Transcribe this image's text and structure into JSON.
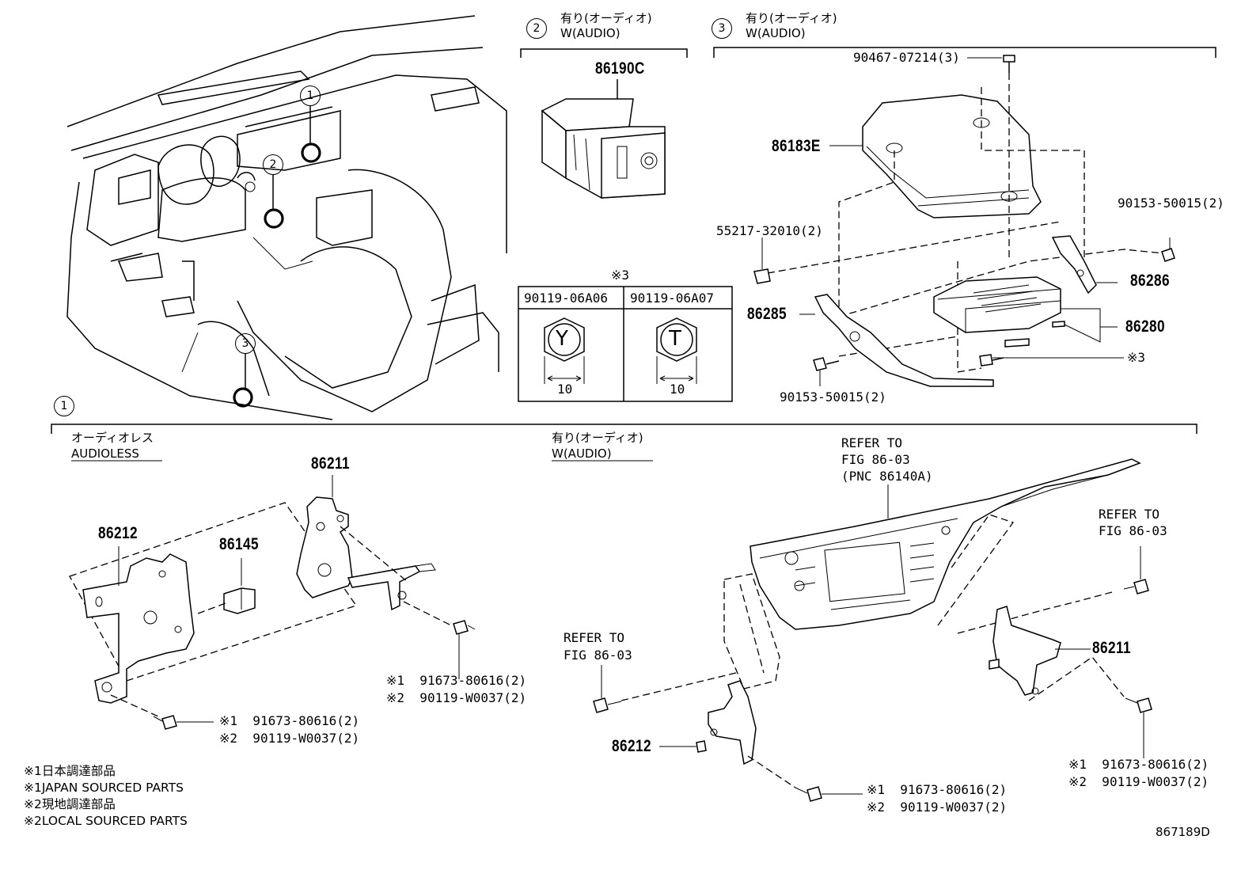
{
  "callouts": {
    "c1": "1",
    "c2": "2",
    "c3": "3"
  },
  "section2": {
    "num": "2",
    "title_jp": "有り(オーディオ)",
    "title_en": "W(AUDIO)",
    "part": "86190C"
  },
  "section3": {
    "num": "3",
    "title_jp": "有り(オーディオ)",
    "title_en": "W(AUDIO)",
    "bolt_top": "90467-07214(3)",
    "cover": "86183E",
    "clip": "55217-32010(2)",
    "screw_right": "90153-50015(2)",
    "bracket_right": "86286",
    "bracket_left": "86285",
    "amp": "86280",
    "screw_note": "※3",
    "screw_left": "90153-50015(2)"
  },
  "fastener_table": {
    "note": "※3",
    "col1_code": "90119-06A06",
    "col2_code": "90119-06A07",
    "col1_mark": "Y",
    "col2_mark": "T",
    "col1_size": "10",
    "col2_size": "10"
  },
  "section1": {
    "num": "1",
    "audioless_jp": "オーディオレス",
    "audioless_en": "AUDIOLESS",
    "audio_jp": "有り(オーディオ)",
    "audio_en": "W(AUDIO)",
    "p86211_a": "86211",
    "p86212_a": "86212",
    "p86145": "86145",
    "note_a1": "※1  91673-80616(2)",
    "note_a2": "※2  90119-W0037(2)",
    "note_b1": "※1  91673-80616(2)",
    "note_b2": "※2  90119-W0037(2)",
    "refer_panel_1": "REFER TO",
    "refer_panel_2": "FIG 86-03",
    "refer_panel_3": "(PNC 86140A)",
    "refer_right_1": "REFER TO",
    "refer_right_2": "FIG 86-03",
    "refer_left_1": "REFER TO",
    "refer_left_2": "FIG 86-03",
    "p86211_b": "86211",
    "p86212_b": "86212",
    "note_c1": "※1  91673-80616(2)",
    "note_c2": "※2  90119-W0037(2)",
    "note_d1": "※1  91673-80616(2)",
    "note_d2": "※2  90119-W0037(2)"
  },
  "legend": [
    "※1日本調達部品",
    "※1JAPAN SOURCED PARTS",
    "※2現地調達部品",
    "※2LOCAL SOURCED PARTS"
  ],
  "figure_id": "867189D"
}
